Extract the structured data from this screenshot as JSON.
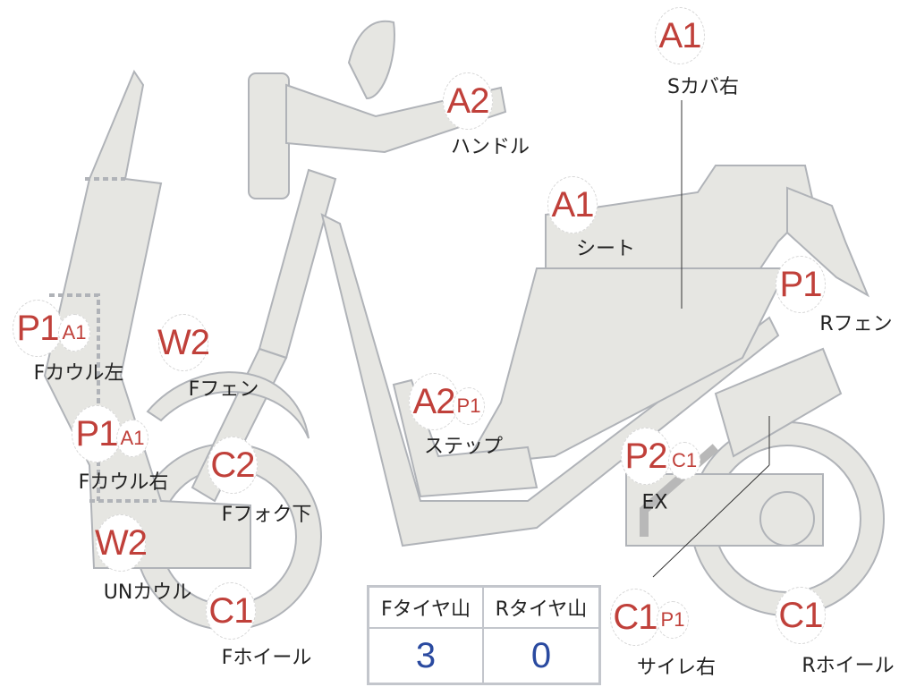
{
  "markers": [
    {
      "code": "A1",
      "label": "Sカバ右"
    },
    {
      "code": "A2",
      "label": "ハンドル"
    },
    {
      "code": "A1",
      "label": "シート"
    },
    {
      "code": "P1",
      "label": "Rフェン"
    },
    {
      "code": "P1",
      "sub": "A1",
      "label": "Fカウル左"
    },
    {
      "code": "W2",
      "label": "Fフェン"
    },
    {
      "code": "A2",
      "sub": "P1",
      "label": "ステップ"
    },
    {
      "code": "P1",
      "sub": "A1",
      "label": "Fカウル右"
    },
    {
      "code": "C2",
      "label": "Fフォク下"
    },
    {
      "code": "P2",
      "sub": "C1",
      "label": "EX"
    },
    {
      "code": "W2",
      "label": "UNカウル"
    },
    {
      "code": "C1",
      "label": "Fホイール"
    },
    {
      "code": "C1",
      "sub": "P1",
      "label": "サイレ右"
    },
    {
      "code": "C1",
      "label": "Rホイール"
    }
  ],
  "tire_table": {
    "headers": [
      "Fタイヤ山",
      "Rタイヤ山"
    ],
    "values": [
      "3",
      "0"
    ]
  },
  "colors": {
    "mark": "#c0403a",
    "value": "#2a4aa0",
    "body": "#e6e6e2",
    "outline": "#b0b3b8"
  }
}
